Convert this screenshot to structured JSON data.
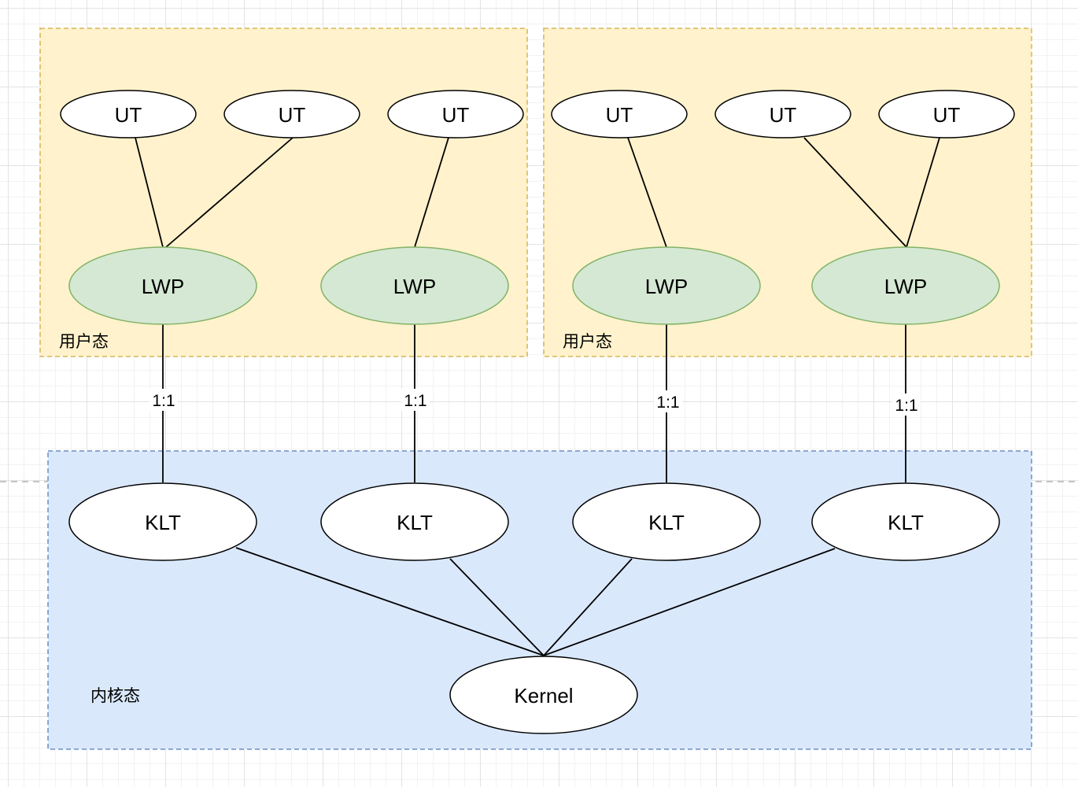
{
  "regions": {
    "user_left": "用户态",
    "user_right": "用户态",
    "kernel": "内核态"
  },
  "nodes": {
    "ut1": "UT",
    "ut2": "UT",
    "ut3": "UT",
    "ut4": "UT",
    "ut5": "UT",
    "ut6": "UT",
    "lwp1": "LWP",
    "lwp2": "LWP",
    "lwp3": "LWP",
    "lwp4": "LWP",
    "klt1": "KLT",
    "klt2": "KLT",
    "klt3": "KLT",
    "klt4": "KLT",
    "kernel": "Kernel"
  },
  "edge_labels": {
    "map1": "1:1",
    "map2": "1:1",
    "map3": "1:1",
    "map4": "1:1"
  },
  "colors": {
    "user_region_fill": "#fff2cc",
    "user_region_stroke": "#d6b656",
    "kernel_region_fill": "#dae8fc",
    "kernel_region_stroke": "#6c8ebf",
    "lwp_fill": "#d5e8d4",
    "lwp_stroke": "#82b366"
  }
}
